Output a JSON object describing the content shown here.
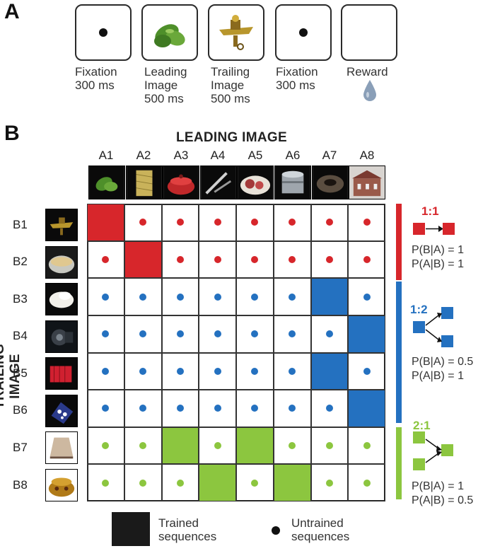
{
  "panel_a": {
    "letter": "A",
    "steps": [
      {
        "caption": "Fixation\n300 ms",
        "kind": "fixation"
      },
      {
        "caption": "Leading\nImage\n500 ms",
        "kind": "leading-image"
      },
      {
        "caption": "Trailing\nImage\n500 ms",
        "kind": "trailing-image"
      },
      {
        "caption": "Fixation\n300 ms",
        "kind": "fixation"
      },
      {
        "caption": "Reward",
        "kind": "reward"
      }
    ]
  },
  "panel_b": {
    "letter": "B",
    "leading_title": "LEADING IMAGE",
    "trailing_title": "TRAILING IMAGE",
    "columns": [
      "A1",
      "A2",
      "A3",
      "A4",
      "A5",
      "A6",
      "A7",
      "A8"
    ],
    "rows": [
      "B1",
      "B2",
      "B3",
      "B4",
      "B5",
      "B6",
      "B7",
      "B8"
    ],
    "group_colors": {
      "red": "#d7262b",
      "blue": "#2471c0",
      "green": "#8cc63f"
    },
    "row_groups": [
      "red",
      "red",
      "blue",
      "blue",
      "blue",
      "blue",
      "green",
      "green"
    ],
    "trained_cells": [
      [
        0,
        0
      ],
      [
        1,
        1
      ],
      [
        2,
        6
      ],
      [
        3,
        7
      ],
      [
        4,
        6
      ],
      [
        5,
        7
      ],
      [
        6,
        2
      ],
      [
        6,
        4
      ],
      [
        7,
        3
      ],
      [
        7,
        5
      ]
    ],
    "groups": [
      {
        "color": "red",
        "ratio": "1:1",
        "p1": "P(B|A) = 1",
        "p2": "P(A|B) = 1"
      },
      {
        "color": "blue",
        "ratio": "1:2",
        "p1": "P(B|A) = 0.5",
        "p2": "P(A|B) = 1"
      },
      {
        "color": "green",
        "ratio": "2:1",
        "p1": "P(B|A) = 1",
        "p2": "P(A|B) = 0.5"
      }
    ],
    "legend": {
      "trained": "Trained\nsequences",
      "untrained": "Untrained\nsequences"
    }
  }
}
